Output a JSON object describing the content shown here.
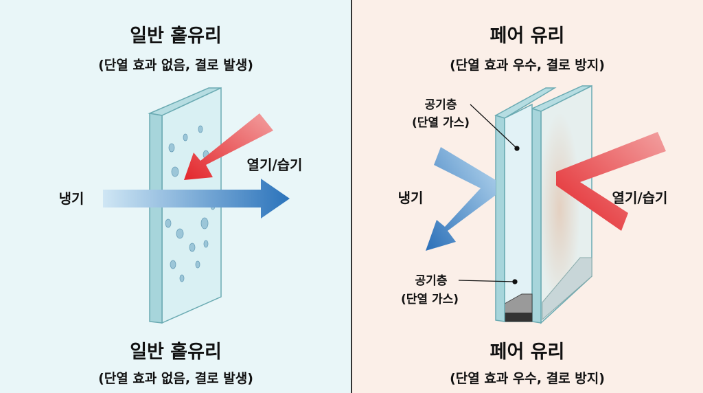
{
  "left": {
    "title": "일반 홑유리",
    "subtitle": "(단열 효과 없음, 결로 발생)",
    "cold_label": "냉기",
    "heat_label": "열기/습기",
    "bottom_title": "일반 홑유리",
    "bottom_subtitle": "(단열 효과 없음, 결로 발생)"
  },
  "right": {
    "title": "페어 유리",
    "subtitle": "(단열 효과 우수, 결로 방지)",
    "air_layer_top": "공기층",
    "air_layer_top_sub": "(단열 가스)",
    "air_layer_bottom": "공기층",
    "air_layer_bottom_sub": "(단열 가스)",
    "cold_label": "냉기",
    "heat_label": "열기/습기",
    "bottom_title": "페어 유리",
    "bottom_subtitle": "(단열 효과 우수, 결로 방지)"
  },
  "colors": {
    "cold": "#2f7ac0",
    "heat": "#e0383a",
    "glass": "#cfe9ee",
    "glass_edge": "#9fd1d6"
  }
}
